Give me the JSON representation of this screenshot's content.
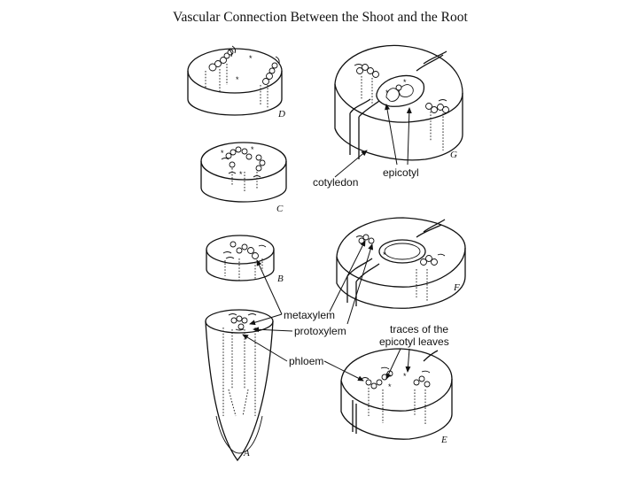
{
  "title": "Vascular Connection Between the Shoot and the Root",
  "labels": {
    "cotyledon": "cotyledon",
    "epicotyl": "epicotyl",
    "metaxylem": "metaxylem",
    "protoxylem": "protoxylem",
    "phloem": "phloem",
    "traces_line1": "traces of the",
    "traces_line2": "epicotyl leaves"
  },
  "panels": {
    "A": "A",
    "B": "B",
    "C": "C",
    "D": "D",
    "E": "E",
    "F": "F",
    "G": "G"
  }
}
